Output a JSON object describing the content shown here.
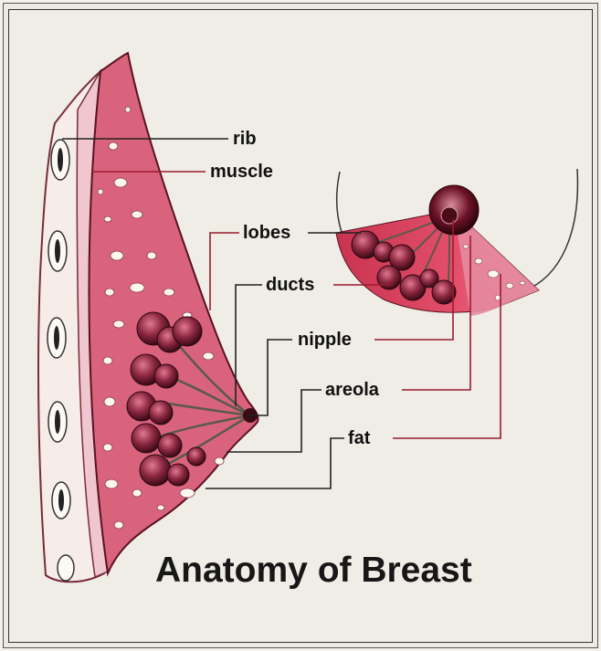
{
  "title": "Anatomy of Breast",
  "labels": {
    "rib": "rib",
    "muscle": "muscle",
    "lobes": "lobes",
    "ducts": "ducts",
    "nipple": "nipple",
    "areola": "areola",
    "fat": "fat"
  },
  "colors": {
    "tissue": "#d9637d",
    "tissue_light": "#ee9aae",
    "lobe": "#7a1e33",
    "leader_red": "#9b1b2e",
    "leader_dark": "#222222",
    "background": "#efede6"
  }
}
